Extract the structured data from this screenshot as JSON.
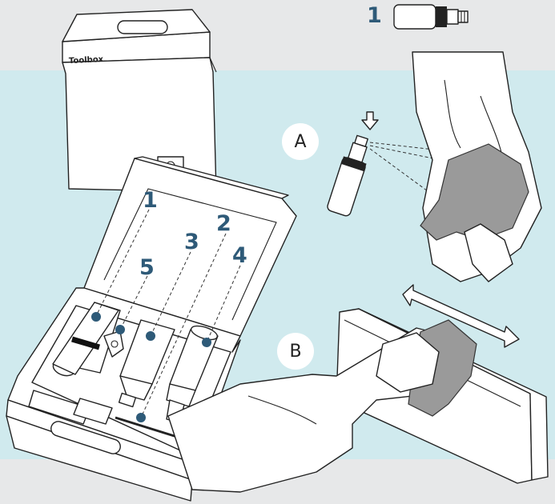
{
  "toolbox_label": "Toolbox",
  "steps": {
    "a": "A",
    "b": "B"
  },
  "top_item_number": "1",
  "callouts": {
    "c1": "1",
    "c2": "2",
    "c3": "3",
    "c4": "4",
    "c5": "5"
  },
  "colors": {
    "background": "#e7e8e9",
    "band": "#d0eaee",
    "accent": "#2e5a78",
    "glove": "#ffffff",
    "cloth": "#a3a3a3"
  }
}
